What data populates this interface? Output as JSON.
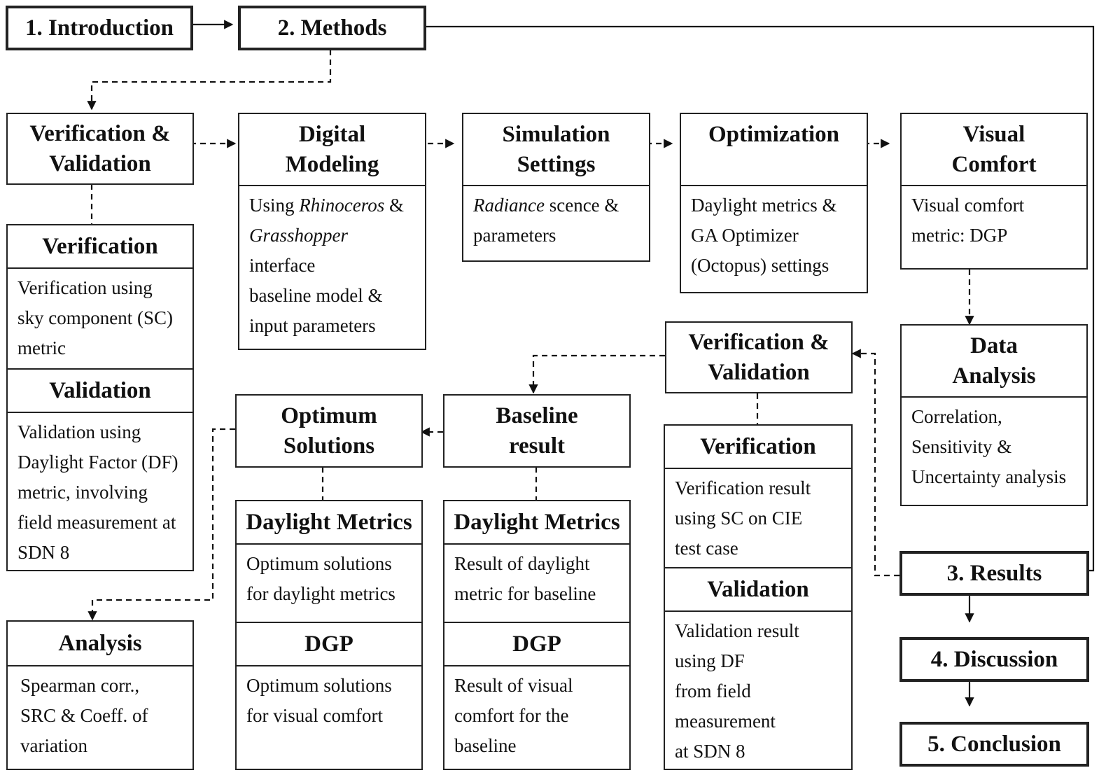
{
  "steps": {
    "introduction": "1. Introduction",
    "methods": "2. Methods",
    "results": "3. Results",
    "discussion": "4. Discussion",
    "conclusion": "5. Conclusion"
  },
  "methods": {
    "vv": {
      "title": "Verification &\nValidation",
      "verification": {
        "title": "Verification",
        "lines": [
          "Verification using",
          "sky component (SC)",
          "metric"
        ]
      },
      "validation": {
        "title": "Validation",
        "lines": [
          "Validation using",
          "Daylight Factor (DF)",
          "metric, involving",
          "field measurement at",
          "SDN 8"
        ]
      }
    },
    "digital_modeling": {
      "title": "Digital\nModeling",
      "lines": [
        [
          {
            "t": "Using "
          },
          {
            "t": "Rhinoceros",
            "i": true
          },
          {
            "t": " &"
          }
        ],
        [
          {
            "t": "Grasshopper",
            "i": true
          }
        ],
        [
          {
            "t": "interface"
          }
        ],
        [
          {
            "t": "baseline model &"
          }
        ],
        [
          {
            "t": "input parameters"
          }
        ]
      ]
    },
    "simulation_settings": {
      "title": "Simulation\nSettings",
      "lines": [
        [
          {
            "t": "Radiance",
            "i": true
          },
          {
            "t": " scence &"
          }
        ],
        [
          {
            "t": "parameters"
          }
        ]
      ]
    },
    "optimization": {
      "title": "Optimization",
      "lines": [
        "Daylight metrics &",
        "GA Optimizer",
        "(Octopus) settings"
      ]
    },
    "visual_comfort": {
      "title": "Visual\nComfort",
      "lines": [
        "Visual comfort",
        "metric: DGP"
      ]
    },
    "data_analysis": {
      "title": "Data\nAnalysis",
      "lines": [
        "Correlation,",
        "Sensitivity &",
        "Uncertainty analysis"
      ]
    }
  },
  "results": {
    "vv": {
      "title": "Verification &\nValidation",
      "verification": {
        "title": "Verification",
        "lines": [
          "Verification result",
          "using SC on CIE",
          "test case"
        ]
      },
      "validation": {
        "title": "Validation",
        "lines": [
          "Validation result",
          "using DF",
          "from field",
          "measurement",
          "at SDN 8"
        ]
      }
    },
    "baseline": {
      "title": "Baseline\nresult",
      "daylight": {
        "title": "Daylight Metrics",
        "lines": [
          "Result of daylight",
          "metric for baseline"
        ]
      },
      "dgp": {
        "title": "DGP",
        "lines": [
          "Result of visual",
          "comfort for the",
          "baseline"
        ]
      }
    },
    "optimum": {
      "title": "Optimum\nSolutions",
      "daylight": {
        "title": "Daylight Metrics",
        "lines": [
          "Optimum solutions",
          "for daylight metrics"
        ]
      },
      "dgp": {
        "title": "DGP",
        "lines": [
          "Optimum solutions",
          "for visual comfort"
        ]
      }
    },
    "analysis": {
      "title": "Analysis",
      "lines": [
        "Spearman corr.,",
        "SRC & Coeff. of",
        "variation"
      ]
    }
  }
}
